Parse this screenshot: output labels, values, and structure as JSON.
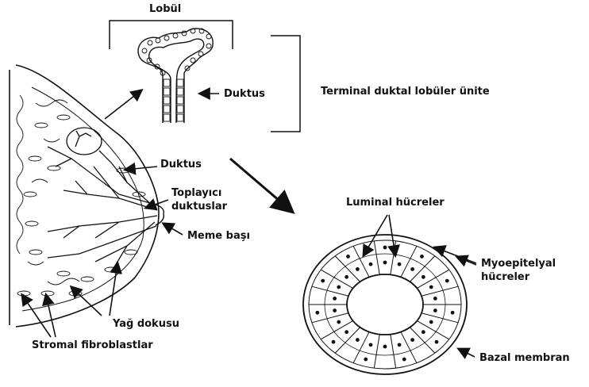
{
  "labels": {
    "lobul": "Lobül",
    "duktus_top": "Duktus",
    "tdlu": "Terminal duktal lobüler ünite",
    "duktus_mid": "Duktus",
    "toplayici_1": "Toplayıcı",
    "toplayici_2": "duktuslar",
    "meme_basi": "Meme başı",
    "luminal": "Luminal hücreler",
    "myoepitelyal_1": "Myoepitelyal",
    "myoepitelyal_2": "hücreler",
    "yag_dokusu": "Yağ dokusu",
    "bazal_membran": "Bazal membran",
    "stromal": "Stromal fibroblastlar"
  },
  "colors": {
    "ink": "#111111",
    "background": "#ffffff"
  }
}
